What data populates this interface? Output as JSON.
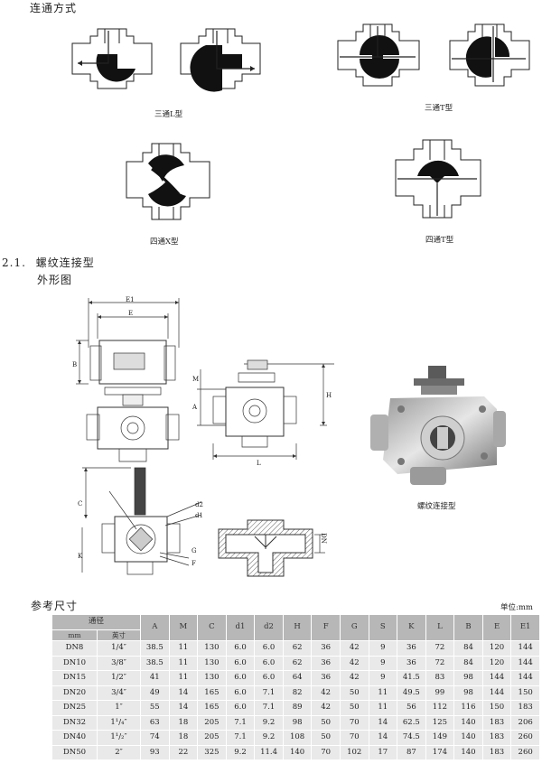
{
  "section_connection": {
    "title": "连通方式"
  },
  "captions": {
    "l_type": "三通L型",
    "t_type": "三通T型",
    "x4_type": "四通X型",
    "t4_type": "四通T型"
  },
  "section_thread": {
    "number": "2.1.",
    "title": "螺纹连接型",
    "subtitle": "外形图"
  },
  "drawing_labels": {
    "E1": "E1",
    "E": "E",
    "B": "B",
    "M": "M",
    "A": "A",
    "H": "H",
    "L": "L",
    "C": "C",
    "d2": "d2",
    "d1": "d1",
    "G": "G",
    "F": "F",
    "K": "K",
    "DN": "DN"
  },
  "photo_caption": "螺纹连接型",
  "ref_table": {
    "title": "参考尺寸",
    "unit": "单位:mm",
    "group_header": "通径",
    "sub_headers": [
      "mm",
      "英寸"
    ],
    "headers": [
      "A",
      "M",
      "C",
      "d1",
      "d2",
      "H",
      "F",
      "G",
      "S",
      "K",
      "L",
      "B",
      "E",
      "E1"
    ],
    "rows": [
      [
        "DN8",
        "1/4″",
        "38.5",
        "11",
        "130",
        "6.0",
        "6.0",
        "62",
        "36",
        "42",
        "9",
        "36",
        "72",
        "84",
        "120",
        "144"
      ],
      [
        "DN10",
        "3/8″",
        "38.5",
        "11",
        "130",
        "6.0",
        "6.0",
        "62",
        "36",
        "42",
        "9",
        "36",
        "72",
        "84",
        "120",
        "144"
      ],
      [
        "DN15",
        "1/2″",
        "41",
        "11",
        "130",
        "6.0",
        "6.0",
        "64",
        "36",
        "42",
        "9",
        "41.5",
        "83",
        "98",
        "144",
        "144"
      ],
      [
        "DN20",
        "3/4″",
        "49",
        "14",
        "165",
        "6.0",
        "7.1",
        "82",
        "42",
        "50",
        "11",
        "49.5",
        "99",
        "98",
        "144",
        "150"
      ],
      [
        "DN25",
        "1″",
        "55",
        "14",
        "165",
        "6.0",
        "7.1",
        "89",
        "42",
        "50",
        "11",
        "56",
        "112",
        "116",
        "150",
        "183"
      ],
      [
        "DN32",
        "1¹/₄″",
        "63",
        "18",
        "205",
        "7.1",
        "9.2",
        "98",
        "50",
        "70",
        "14",
        "62.5",
        "125",
        "140",
        "183",
        "206"
      ],
      [
        "DN40",
        "1¹/₂″",
        "74",
        "18",
        "205",
        "7.1",
        "9.2",
        "108",
        "50",
        "70",
        "14",
        "74.5",
        "149",
        "140",
        "183",
        "260"
      ],
      [
        "DN50",
        "2″",
        "93",
        "22",
        "325",
        "9.2",
        "11.4",
        "140",
        "70",
        "102",
        "17",
        "87",
        "174",
        "140",
        "183",
        "260"
      ]
    ]
  }
}
